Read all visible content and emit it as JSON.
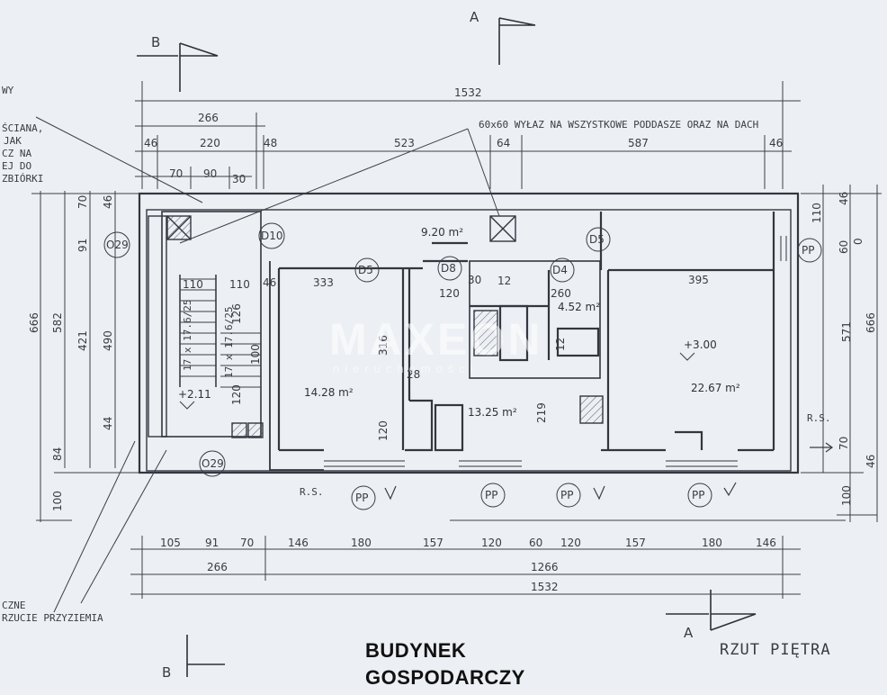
{
  "title": {
    "line1": "BUDYNEK",
    "line2": "GOSPODARCZY"
  },
  "plan_label": "RZUT PIĘTRA",
  "watermark": {
    "brand": "MAXEON",
    "sub": "nieruchomości"
  },
  "note_roof": "60x60 WYŁAZ NA WSZYSTKOWE PODDASZE ORAZ NA DACH",
  "left_notes": [
    "WY",
    "ŚCIANA,",
    "JAK",
    "CZ NA",
    "EJ DO",
    "ZBIÓRKI",
    "CZNE",
    "RZUCIE PRZYZIEMIA"
  ],
  "section_marks": {
    "a": "A",
    "b": "B"
  },
  "top_dims": {
    "total": "1532",
    "d266": "266",
    "d46a": "46",
    "d220": "220",
    "d48": "48",
    "d523": "523",
    "d64": "64",
    "d587": "587",
    "d46b": "46",
    "d70": "70",
    "d90": "90",
    "d30": "30"
  },
  "bottom_dims": {
    "row1": [
      "105",
      "91",
      "70",
      "146",
      "180",
      "157",
      "120",
      "60",
      "120",
      "157",
      "180",
      "146"
    ],
    "d266": "266",
    "d1266": "1266",
    "total": "1532"
  },
  "left_dims": [
    "666",
    "582",
    "421",
    "490",
    "91",
    "70",
    "46",
    "44",
    "84",
    "100"
  ],
  "right_dims": [
    "46",
    "110",
    "60",
    "0",
    "571",
    "666",
    "70",
    "46",
    "100"
  ],
  "rooms": [
    {
      "area": "14.28 m²"
    },
    {
      "area": "9.20 m²"
    },
    {
      "area": "13.25 m²"
    },
    {
      "area": "4.52 m²"
    },
    {
      "area": "22.67 m²"
    }
  ],
  "levels": {
    "stair": "+2.11",
    "right": "+3.00"
  },
  "inner_dims": [
    "333",
    "395",
    "316",
    "120",
    "110",
    "46",
    "120",
    "30",
    "12",
    "260",
    "219",
    "12",
    "110",
    "126",
    "100",
    "120",
    "28"
  ],
  "doors": [
    "D10",
    "D5",
    "D8",
    "D4",
    "D5",
    "O29",
    "O29"
  ],
  "windows_pp": [
    "PP",
    "PP",
    "PP",
    "PP",
    "PP"
  ],
  "rs_labels": [
    "R.S.",
    "R.S."
  ],
  "stair_labels": [
    "17 x 17.6/25",
    "17 x 17.6/25"
  ]
}
